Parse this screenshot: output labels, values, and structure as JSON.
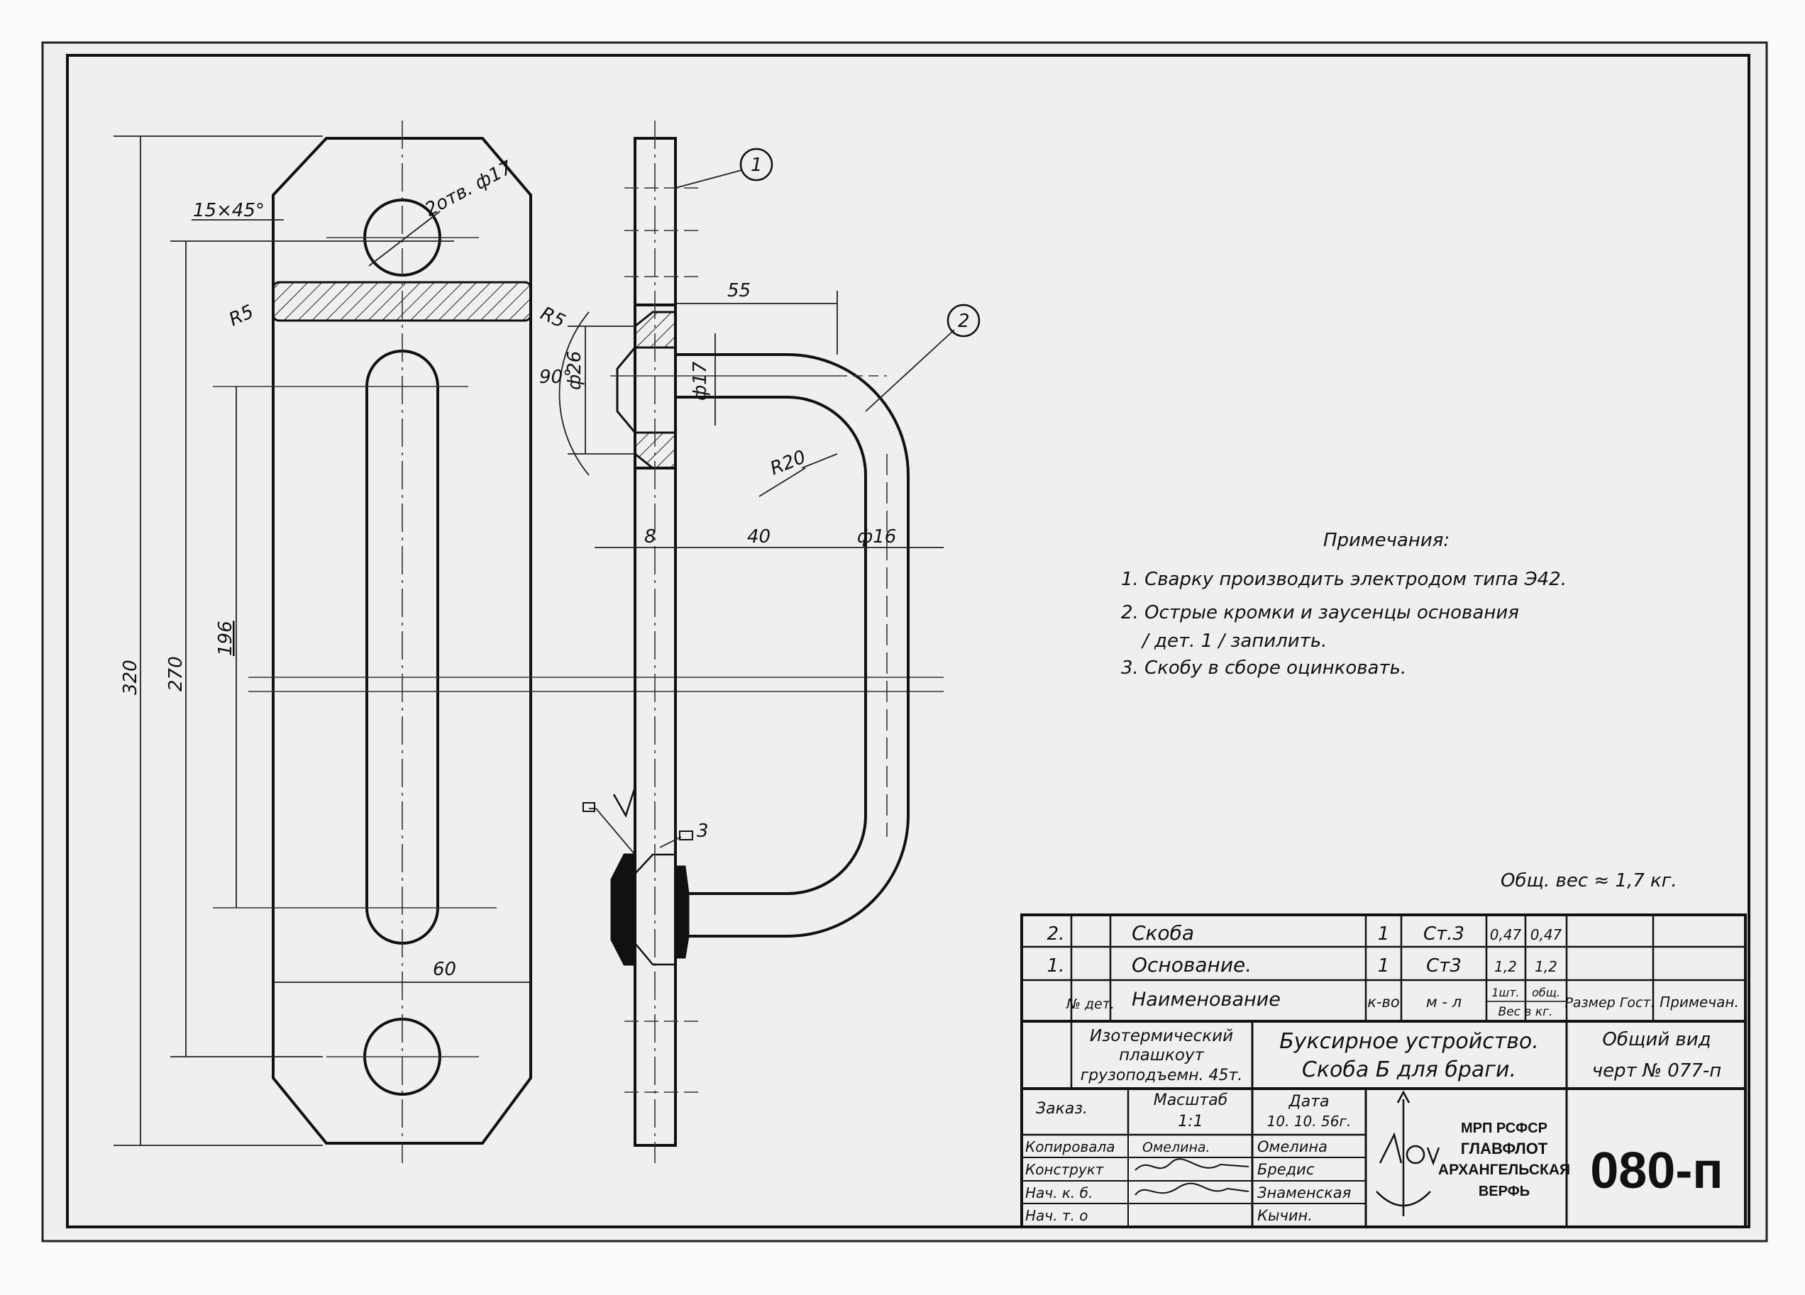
{
  "labels": {
    "chamfer": "15×45°",
    "holes": "2отв. ф17",
    "r5_left": "R5",
    "r5_right": "R5",
    "dim_55": "55",
    "dim_phi26": "ф26",
    "angle_90": "90°",
    "dim_phi17": "ф17",
    "r20": "R20",
    "dim_8": "8",
    "dim_40": "40",
    "dim_phi16": "ф16",
    "dim_320": "320",
    "dim_270": "270",
    "dim_196": "196",
    "dim_60": "60",
    "callout_1": "1",
    "callout_2": "2",
    "weld_3": "3"
  },
  "notes": {
    "title": "Примечания:",
    "n1": "1. Сварку производить электродом типа Э42.",
    "n2a": "2. Острые кромки и заусенцы основания",
    "n2b": "/ дет. 1 /  запилить.",
    "n3": "3. Скобу  в сборе оцинковать."
  },
  "weight": "Общ. вес ≈ 1,7 кг.",
  "parts_table": {
    "rows": [
      {
        "num": "2.",
        "name": "Скоба",
        "qty": "1",
        "material": "Ст.3",
        "w1": "0,47",
        "w2": "0,47"
      },
      {
        "num": "1.",
        "name": "Основание.",
        "qty": "1",
        "material": "Ст3",
        "w1": "1,2",
        "w2": "1,2"
      }
    ],
    "header": {
      "num": "№ дет.",
      "name": "Наименование",
      "qty": "к-во",
      "material": "м - л",
      "w1": "1шт.",
      "w2": "общ.",
      "weight": "Вес в кг.",
      "size": "Размер Гост.",
      "note": "Примечан."
    }
  },
  "title_block": {
    "project_l1": "Изотермический",
    "project_l2": "плашкоут",
    "project_l3": "грузоподъемн. 45т.",
    "title_l1": "Буксирное устройство.",
    "title_l2": "Скоба   Б  для  браги.",
    "view_l1": "Общий вид",
    "view_l2": "черт № 077-п",
    "order_label": "Заказ.",
    "scale_label": "Масштаб",
    "scale_value": "1:1",
    "date_label": "Дата",
    "date_value": "10. 10. 56г.",
    "roles": [
      {
        "role": "Копировала",
        "sign": "Омелина.",
        "name": "Омелина"
      },
      {
        "role": "Конструкт",
        "sign": "",
        "name": "Бредис"
      },
      {
        "role": "Нач.   к. б.",
        "sign": "",
        "name": "Знаменская"
      },
      {
        "role": "Нач.   т. о",
        "sign": "",
        "name": "Кычин."
      }
    ],
    "org_l1": "МРП РСФСР",
    "org_l2": "ГЛАВФЛОТ",
    "org_l3": "АРХАНГЕЛЬСКАЯ",
    "org_l4": "ВЕРФЬ",
    "logo_text": "АСВ",
    "drawing_number": "080-п"
  },
  "colors": {
    "ink": "#111111",
    "paper": "#f2f2f2",
    "border_paper": "#fafafa"
  }
}
